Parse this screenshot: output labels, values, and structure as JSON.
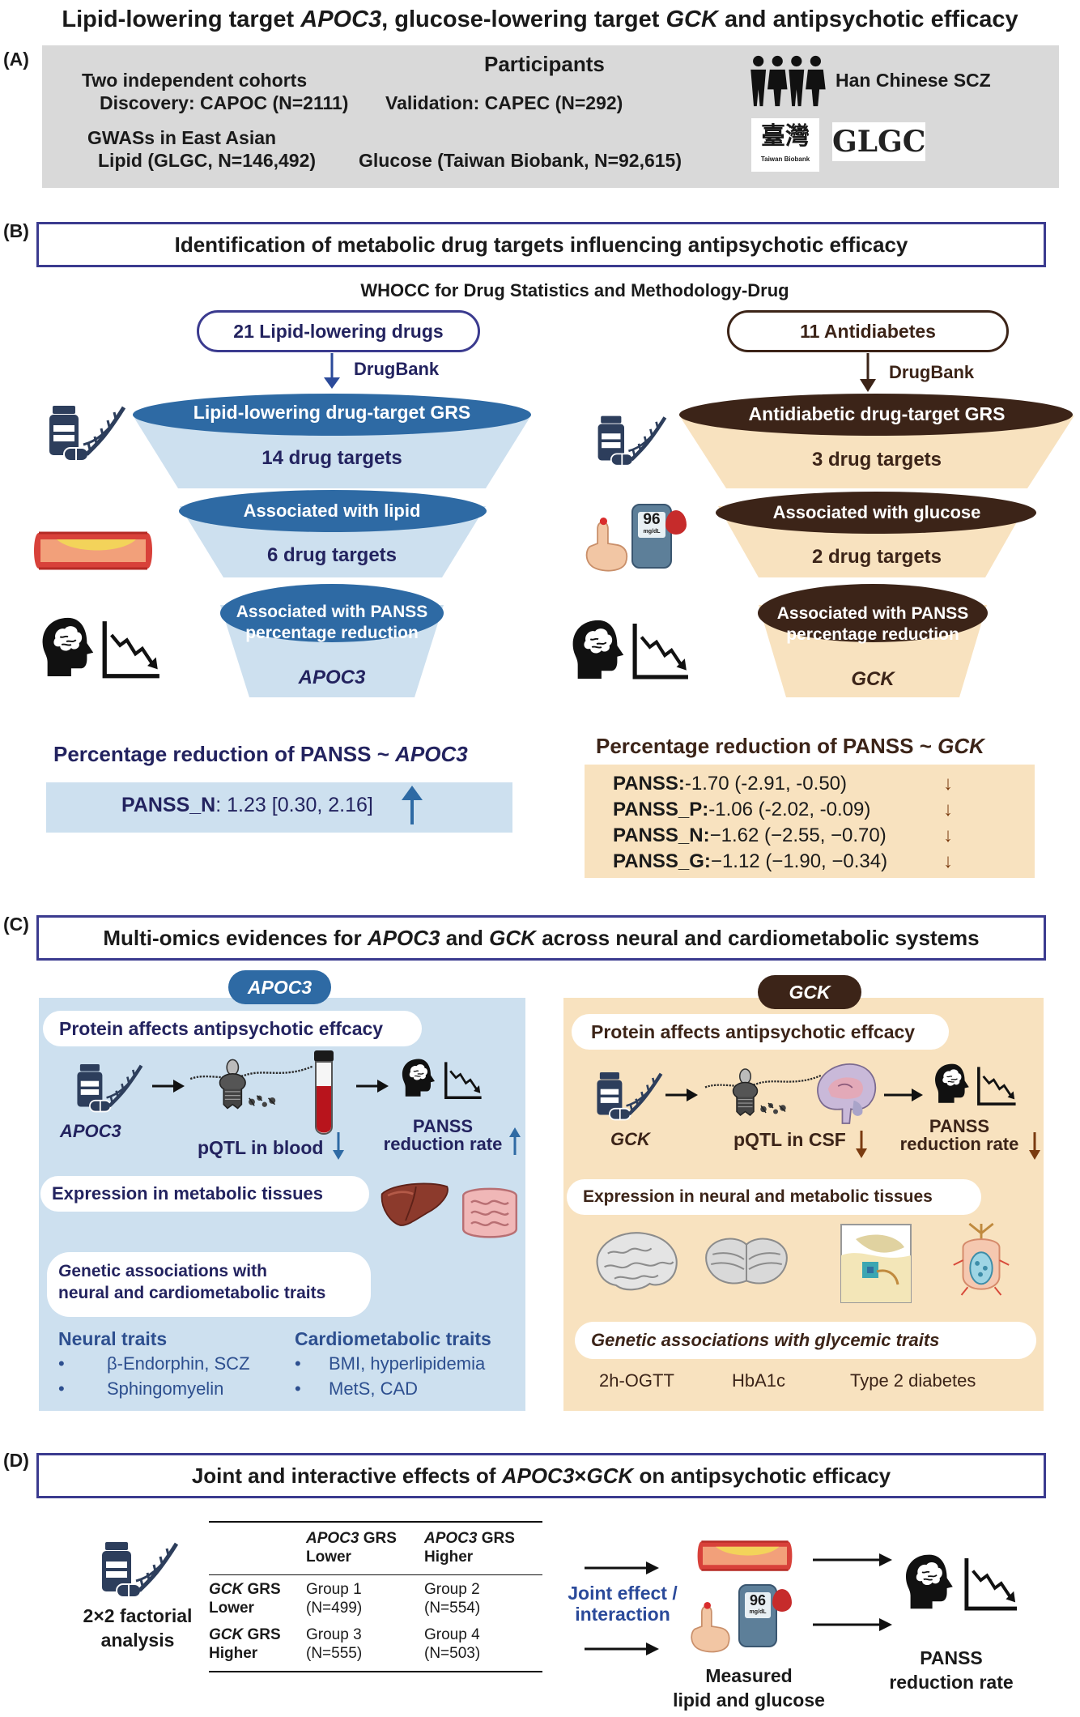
{
  "title": {
    "p1": "Lipid-lowering target ",
    "g1": "APOC3",
    "p2": ", glucose-lowering target ",
    "g2": "GCK",
    "p3": " and antipsychotic efficacy"
  },
  "panel_a": {
    "letter": "(A)",
    "participants_header": "Participants",
    "cohorts": "Two independent cohorts",
    "discovery": "Discovery: CAPOC (N=2111)",
    "validation": "Validation: CAPEC (N=292)",
    "gwas": "GWASs in East Asian",
    "lipid": "Lipid (GLGC, N=146,492)",
    "glucose": "Glucose (Taiwan Biobank, N=92,615)",
    "han": "Han Chinese SCZ",
    "glgc_logo": "GLGC",
    "tw_logo": "臺灣",
    "tw_logo_sub": "Taiwan Biobank"
  },
  "panel_b": {
    "letter": "(B)",
    "heading": "Identification of metabolic drug targets influencing antipsychotic efficacy",
    "whocc": "WHOCC for Drug Statistics and Methodology-Drug",
    "left": {
      "source": "21 Lipid-lowering drugs",
      "drugbank": "DrugBank",
      "tier1_label": "Lipid-lowering drug-target GRS",
      "tier1_count": "14 drug targets",
      "tier2_label": "Associated with lipid",
      "tier2_count": "6 drug targets",
      "tier3_label_a": "Associated with PANSS",
      "tier3_label_b": "percentage reduction",
      "gene": "APOC3",
      "result_title_a": "Percentage reduction of  PANSS ~ ",
      "result_title_gene": "APOC3",
      "result_key": "PANSS_N",
      "result_value": ": 1.23 [0.30, 2.16]"
    },
    "right": {
      "source": "11 Antidiabetes",
      "drugbank": "DrugBank",
      "tier1_label": "Antidiabetic drug-target GRS",
      "tier1_count": "3 drug targets",
      "tier2_label": "Associated with glucose",
      "tier2_count": "2 drug targets",
      "tier3_label_a": "Associated with PANSS",
      "tier3_label_b": "percentage reduction",
      "gene": "GCK",
      "result_title_a": "Percentage reduction of  PANSS ~ ",
      "result_title_gene": "GCK",
      "results": [
        {
          "key": "PANSS:",
          "value": " -1.70 (-2.91, -0.50)"
        },
        {
          "key": "PANSS_P:",
          "value": " -1.06 (-2.02, -0.09)"
        },
        {
          "key": "PANSS_N:",
          "value": " −1.62 (−2.55, −0.70)"
        },
        {
          "key": "PANSS_G:",
          "value": " −1.12 (−1.90, −0.34)"
        }
      ],
      "glucometer_reading": "96",
      "glucometer_unit": "mg/dL"
    }
  },
  "panel_c": {
    "letter": "(C)",
    "heading_a": "Multi-omics evidences for ",
    "heading_g1": "APOC3",
    "heading_b": " and ",
    "heading_g2": "GCK",
    "heading_c": " across neural and cardiometabolic systems",
    "left": {
      "tag": "APOC3",
      "protein": "Protein affects antipsychotic effcacy",
      "gene_label": "APOC3",
      "pqtl": "pQTL in blood",
      "panss_a": "PANSS",
      "panss_b": "reduction rate",
      "expression": "Expression in metabolic tissues",
      "genetic_a_italic": "G",
      "genetic_a": "enetic associations with",
      "genetic_b": "neural and cardiometabolic traits",
      "neural_header": "Neural traits",
      "neural_items": [
        "β-Endorphin, SCZ",
        "Sphingomyelin"
      ],
      "cardio_header": "Cardiometabolic traits",
      "cardio_items": [
        "BMI, hyperlipidemia",
        "MetS, CAD"
      ],
      "bullet": "•"
    },
    "right": {
      "tag": "GCK",
      "protein": "Protein affects antipsychotic effcacy",
      "gene_label": "GCK",
      "pqtl": "pQTL in CSF",
      "panss_a": "PANSS",
      "panss_b": "reduction rate",
      "expression": "Expression in neural and metabolic tissues",
      "genetic": "Genetic associations with glycemic traits",
      "traits": [
        "2h-OGTT",
        "HbA1c",
        "Type 2 diabetes"
      ]
    }
  },
  "panel_d": {
    "letter": "(D)",
    "heading_a": "Joint and interactive effects of ",
    "heading_g1": "APOC3",
    "heading_b": " × ",
    "heading_g2": "GCK",
    "heading_c": " on antipsychotic efficacy",
    "factorial_a": "2×2 factorial",
    "factorial_b": "analysis",
    "table": {
      "col1_gene": "APOC3",
      "col1_a": " GRS",
      "col1_b": "Lower",
      "col2_gene": "APOC3",
      "col2_a": " GRS",
      "col2_b": "Higher",
      "row1_gene": "GCK",
      "row1_a": " GRS",
      "row1_b": "Lower",
      "row2_gene": "GCK",
      "row2_a": " GRS",
      "row2_b": "Higher",
      "g1": "Group 1",
      "n1": "(N=499)",
      "g2": "Group 2",
      "n2": "(N=554)",
      "g3": "Group 3",
      "n3": "(N=555)",
      "g4": "Group 4",
      "n4": "(N=503)"
    },
    "joint_a": "Joint effect /",
    "joint_b": "interaction",
    "measured_a": "Measured",
    "measured_b": "lipid and glucose",
    "panss_a": "PANSS",
    "panss_b": "reduction rate",
    "glucometer_reading": "96",
    "glucometer_unit": "mg/dL"
  }
}
